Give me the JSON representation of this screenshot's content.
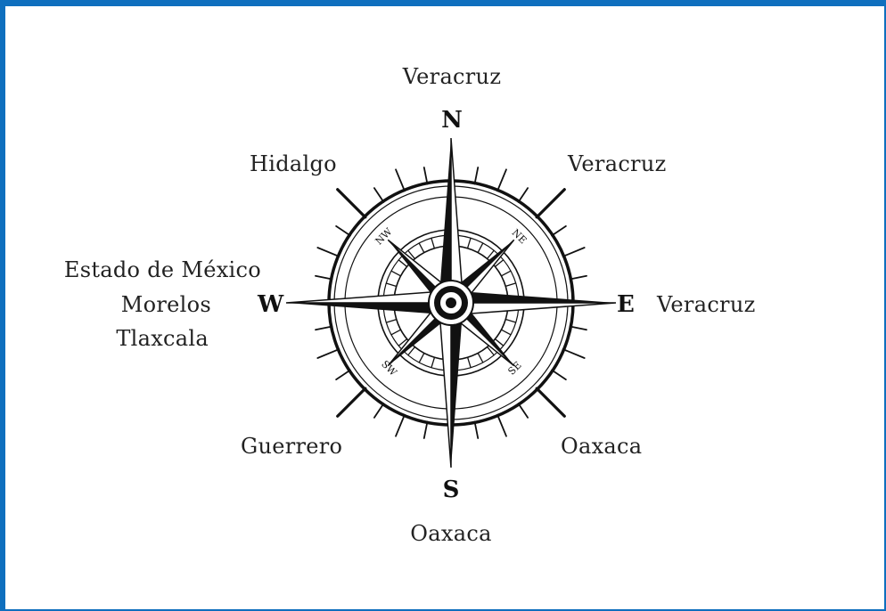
{
  "cardinals": {
    "north": "N",
    "south": "S",
    "east": "E",
    "west": "W"
  },
  "intercardinals": {
    "ne": "NE",
    "nw": "NW",
    "se": "SE",
    "sw": "SW"
  },
  "neighbors": {
    "north": "Veracruz",
    "northeast": "Veracruz",
    "east": "Veracruz",
    "southeast": "Oaxaca",
    "south": "Oaxaca",
    "southwest": "Guerrero",
    "northwest": "Hidalgo",
    "west_line1": "Estado de México",
    "west_line2": "Morelos",
    "west_line3": "Tlaxcala"
  },
  "colors": {
    "frame": "#0f6fbe",
    "ink": "#111111"
  }
}
